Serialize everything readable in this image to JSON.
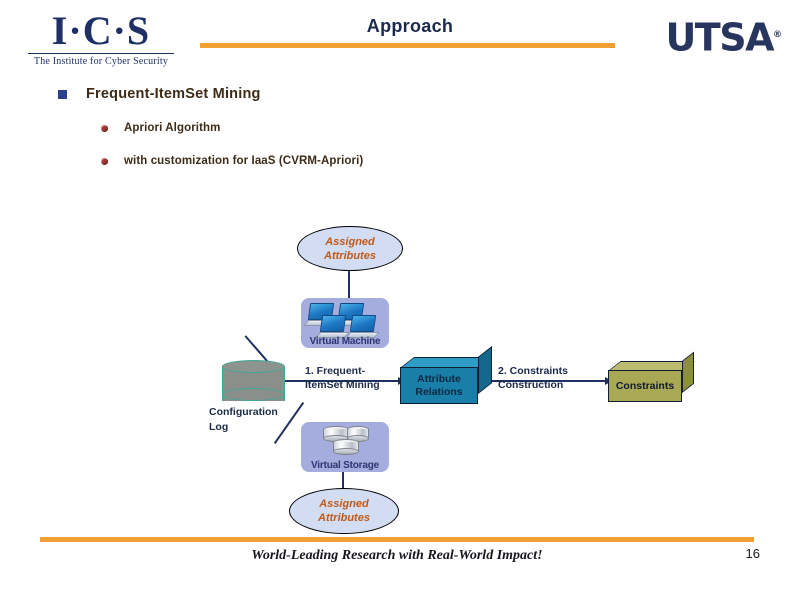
{
  "header": {
    "ics_logo": {
      "wordmark": "I·C·S",
      "tagline": "The Institute for Cyber Security",
      "icon": "ics-logo"
    },
    "utsa_logo": {
      "wordmark": "UTSA",
      "registered_mark": "®",
      "icon": "utsa-logo"
    },
    "title": "Approach",
    "accent_color": "#f2a033",
    "title_color": "#1b2a4a"
  },
  "bullets": {
    "level1": {
      "label": "Frequent-ItemSet Mining",
      "marker_icon": "square-bullet-icon",
      "marker_color": "#2b3f8f"
    },
    "level2": [
      {
        "label": "Apriori Algorithm",
        "marker_icon": "round-bullet-icon",
        "marker_color": "#a23434"
      },
      {
        "label": "with customization for IaaS (CVRM-Apriori)",
        "marker_icon": "round-bullet-icon",
        "marker_color": "#a23434"
      }
    ]
  },
  "diagram": {
    "ellipse_top": {
      "line1": "Assigned",
      "line2": "Attributes",
      "fill": "#d2dcf2",
      "text_color": "#c05a18"
    },
    "ellipse_bottom": {
      "line1": "Assigned",
      "line2": "Attributes",
      "fill": "#d2dcf2",
      "text_color": "#c05a18"
    },
    "virtual_machine": {
      "label": "Virtual Machine",
      "icon": "laptop-stack-icon",
      "fill": "#a5adde"
    },
    "virtual_storage": {
      "label": "Virtual Storage",
      "icon": "disk-stack-icon",
      "fill": "#a5adde"
    },
    "configuration_log": {
      "line1": "Configuration",
      "line2": "Log",
      "icon": "database-cylinder-icon",
      "fill": "#8b8f8c"
    },
    "attribute_relations": {
      "line1": "Attribute",
      "line2": "Relations",
      "icon": "cube-3d-icon",
      "fill": "#1a7fa8"
    },
    "constraints": {
      "label": "Constraints",
      "icon": "cube-3d-icon",
      "fill": "#a8a855"
    },
    "step1": {
      "line1": "1. Frequent-",
      "line2": "ItemSet Mining"
    },
    "step2": {
      "line1": "2. Constraints",
      "line2": "Construction"
    }
  },
  "footer": {
    "tagline": "World-Leading Research with Real-World Impact!",
    "page_number": "16",
    "rule_color": "#f2a033"
  }
}
